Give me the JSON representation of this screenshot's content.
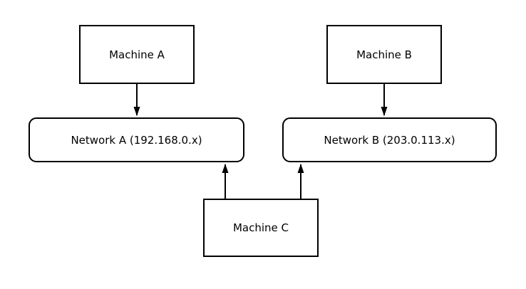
{
  "diagram": {
    "nodes": {
      "machine_a": {
        "label": "Machine A",
        "shape": "rectangle"
      },
      "machine_b": {
        "label": "Machine B",
        "shape": "rectangle"
      },
      "network_a": {
        "label": "Network A (192.168.0.x)",
        "shape": "rounded-rectangle"
      },
      "network_b": {
        "label": "Network B (203.0.113.x)",
        "shape": "rounded-rectangle"
      },
      "machine_c": {
        "label": "Machine C",
        "shape": "rectangle"
      }
    },
    "edges": [
      {
        "from": "Machine A",
        "to": "Network A (192.168.0.x)",
        "direction": "down"
      },
      {
        "from": "Machine B",
        "to": "Network B (203.0.113.x)",
        "direction": "down"
      },
      {
        "from": "Machine C",
        "to": "Network A (192.168.0.x)",
        "direction": "up"
      },
      {
        "from": "Machine C",
        "to": "Network B (203.0.113.x)",
        "direction": "up"
      }
    ],
    "colors": {
      "line": "#000000",
      "node_fill": "#ffffff",
      "text": "#000000",
      "background": "#ffffff"
    }
  }
}
